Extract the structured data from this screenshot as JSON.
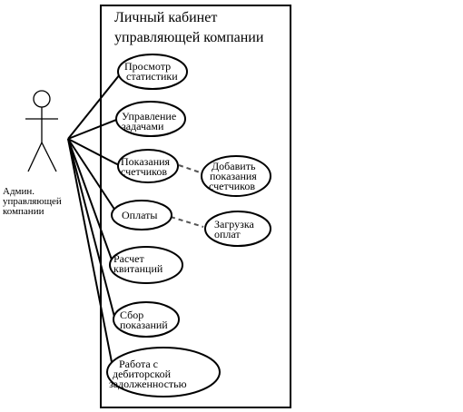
{
  "system": {
    "title_lines": [
      "Личный кабинет",
      "управляющей компании"
    ]
  },
  "actor": {
    "label_lines": [
      "Админ.",
      "управляющей",
      "компании"
    ]
  },
  "use_cases": {
    "stats": [
      "Просмотр",
      "статистики"
    ],
    "tasks": [
      "Управление",
      "задачами"
    ],
    "meters": [
      "Показания",
      "счетчиков"
    ],
    "payments": [
      "Оплаты"
    ],
    "receipts": [
      "Расчет",
      "квитанций"
    ],
    "collect": [
      "Сбор",
      "показаний"
    ],
    "debt": [
      "Работа с",
      "дебиторской",
      "задолженностью"
    ],
    "add_readings": [
      "Добавить",
      "показания",
      "счетчиков"
    ],
    "upload_payments": [
      "Загрузка",
      "оплат"
    ]
  },
  "colors": {
    "line": "#000000",
    "dashed": "#555555"
  }
}
